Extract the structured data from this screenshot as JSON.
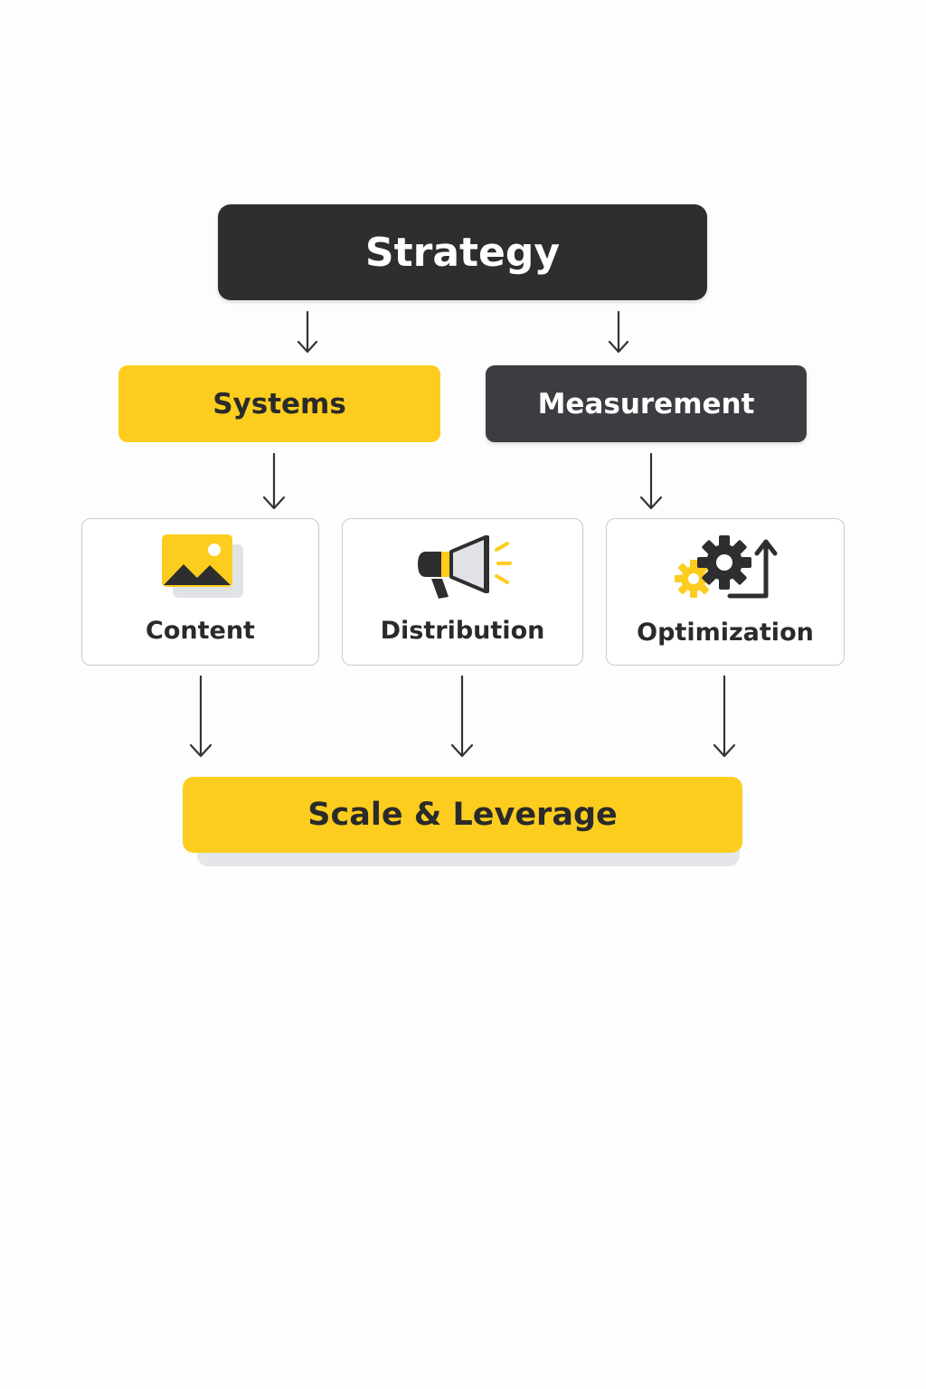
{
  "nodes": {
    "strategy": "Strategy",
    "systems": "Systems",
    "measurement": "Measurement",
    "content": "Content",
    "distribution": "Distribution",
    "optimization": "Optimization",
    "scale": "Scale & Leverage"
  },
  "icons": {
    "content": "image-icon",
    "distribution": "megaphone-icon",
    "optimization": "gears-growth-icon"
  },
  "colors": {
    "dark": "#2e2e30",
    "slate": "#3b3d41",
    "accent_yellow": "#fccd1e",
    "card_border": "#c9c9cc",
    "text": "#2a2a2a"
  }
}
